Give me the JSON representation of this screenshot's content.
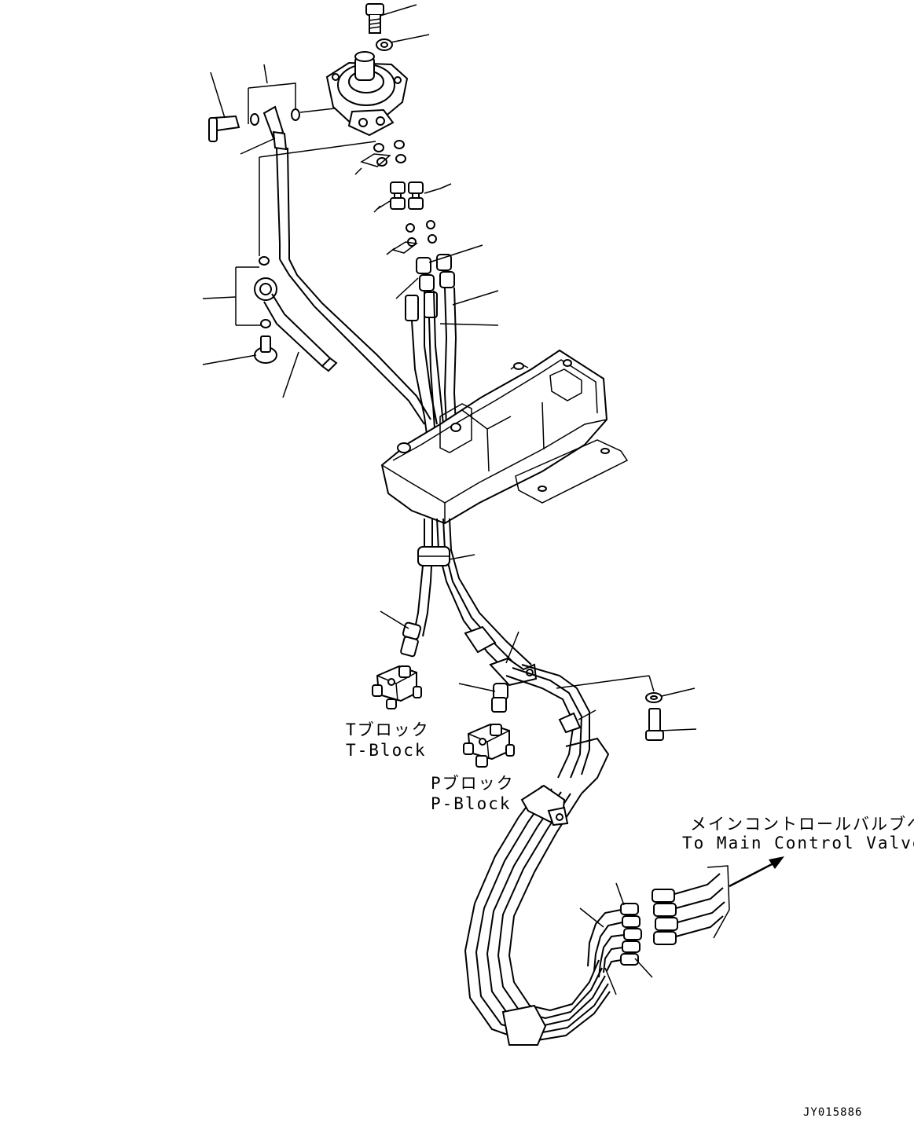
{
  "labels": {
    "t_block_jp": "Tブロック",
    "t_block_en": "T-Block",
    "p_block_jp": "Pブロック",
    "p_block_en": "P-Block",
    "main_valve_jp": "メインコントロールバルブへ",
    "main_valve_en": "To Main Control Valve"
  },
  "drawing_code": "JY015886",
  "icons": {
    "pilot_valve": "pilot-valve-icon",
    "bolt": "bolt-icon",
    "washer": "washer-icon",
    "o_ring": "o-ring-icon",
    "elbow_fitting": "elbow-fitting-icon",
    "clamp": "clamp-icon",
    "console_box": "console-box-icon",
    "block": "block-icon",
    "arrow": "arrow-icon"
  }
}
